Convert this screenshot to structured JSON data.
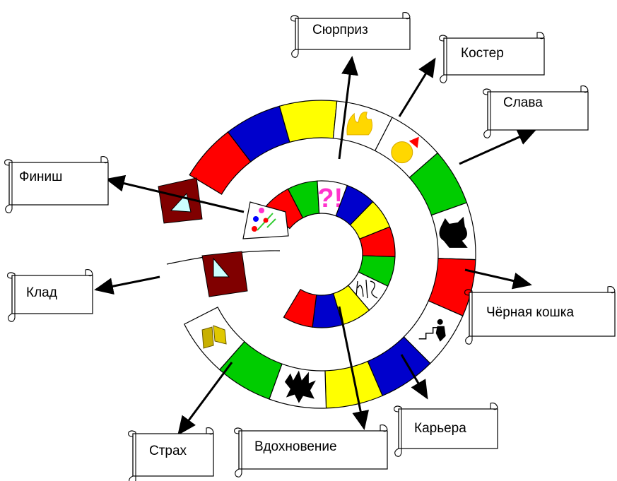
{
  "colors": {
    "red": "#ff0000",
    "green": "#00cc00",
    "blue": "#0000cc",
    "yellow": "#ffff00",
    "white": "#ffffff",
    "maroon": "#800000",
    "cyan": "#ccffff",
    "magenta": "#ff33cc",
    "gold": "#ffd700",
    "black": "#000000"
  },
  "outer_ring": [
    "red",
    "blue",
    "yellow",
    "fire",
    "fame",
    "green",
    "cat",
    "red",
    "career",
    "blue",
    "yellow",
    "fear",
    "green",
    "treasure"
  ],
  "inner_ring": [
    "red",
    "green",
    "surprise",
    "blue",
    "yellow",
    "red",
    "green",
    "inspiration",
    "yellow",
    "blue",
    "red"
  ],
  "labels": {
    "surprise": "Сюрприз",
    "fire": "Костер",
    "fame": "Слава",
    "finish": "Финиш",
    "treasure": "Клад",
    "black_cat": "Чёрная кошка",
    "career": "Карьера",
    "fear": "Страх",
    "inspiration": "Вдохновение"
  }
}
